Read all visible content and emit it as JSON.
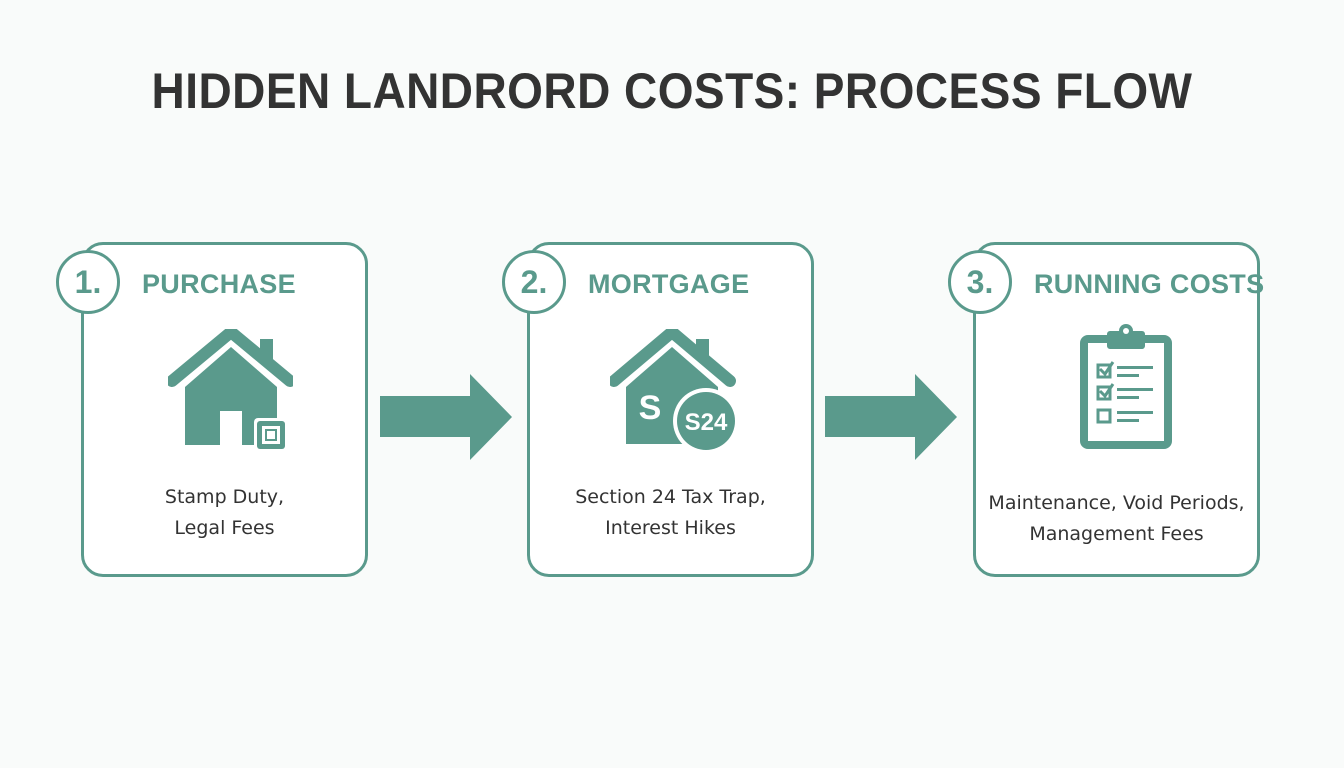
{
  "title": "HIDDEN LANDRORD COSTS: PROCESS FLOW",
  "colors": {
    "accent": "#5a9a8c",
    "text": "#333333",
    "background": "#f9fbfa"
  },
  "steps": [
    {
      "number": "1.",
      "title": "PURCHASE",
      "icon": "house-icon",
      "description_lines": [
        "Stamp Duty,",
        "Legal Fees"
      ]
    },
    {
      "number": "2.",
      "title": "MORTGAGE",
      "icon": "house-s24-icon",
      "icon_badge": "S24",
      "icon_letter": "S",
      "description_lines": [
        "Section 24 Tax Trap,",
        "Interest Hikes"
      ]
    },
    {
      "number": "3.",
      "title": "RUNNING COSTS",
      "icon": "clipboard-checklist-icon",
      "description_lines": [
        "Maintenance, Void Periods,",
        "Management Fees"
      ]
    }
  ],
  "connectors": [
    "arrow-right-icon",
    "arrow-right-icon"
  ]
}
